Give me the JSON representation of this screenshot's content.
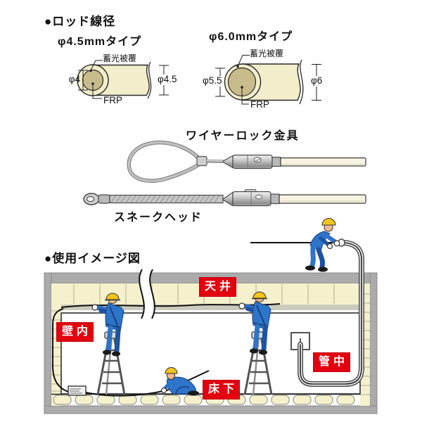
{
  "rod_section": {
    "heading": "●ロッド線径",
    "types": [
      {
        "name": "φ4.5mmタイプ",
        "coating": "蓄光被覆",
        "core": "FRP",
        "core_dia": "φ4",
        "outer_dia": "φ4.5"
      },
      {
        "name": "φ6.0mmタイプ",
        "coating": "蓄光被覆",
        "core": "FRP",
        "core_dia": "φ5.5",
        "outer_dia": "φ6"
      }
    ]
  },
  "parts_section": {
    "wire_lock_label": "ワイヤーロック金具",
    "snake_head_label": "スネークヘッド"
  },
  "usage_section": {
    "heading": "●使用イメージ図",
    "area_labels": [
      {
        "id": "ceiling",
        "text": "天井"
      },
      {
        "id": "wall",
        "text": "壁内"
      },
      {
        "id": "pipe",
        "text": "管中"
      },
      {
        "id": "floor",
        "text": "床下"
      }
    ]
  },
  "colors": {
    "label_red": "#e3000f",
    "rod_cream": "#f2eecb",
    "frp_core": "#c9bc8c",
    "structure_gray": "#ababab",
    "tile_cream": "#f5f1cd",
    "worker_blue": "#2e74c9",
    "helmet_yellow": "#f3c41c"
  }
}
